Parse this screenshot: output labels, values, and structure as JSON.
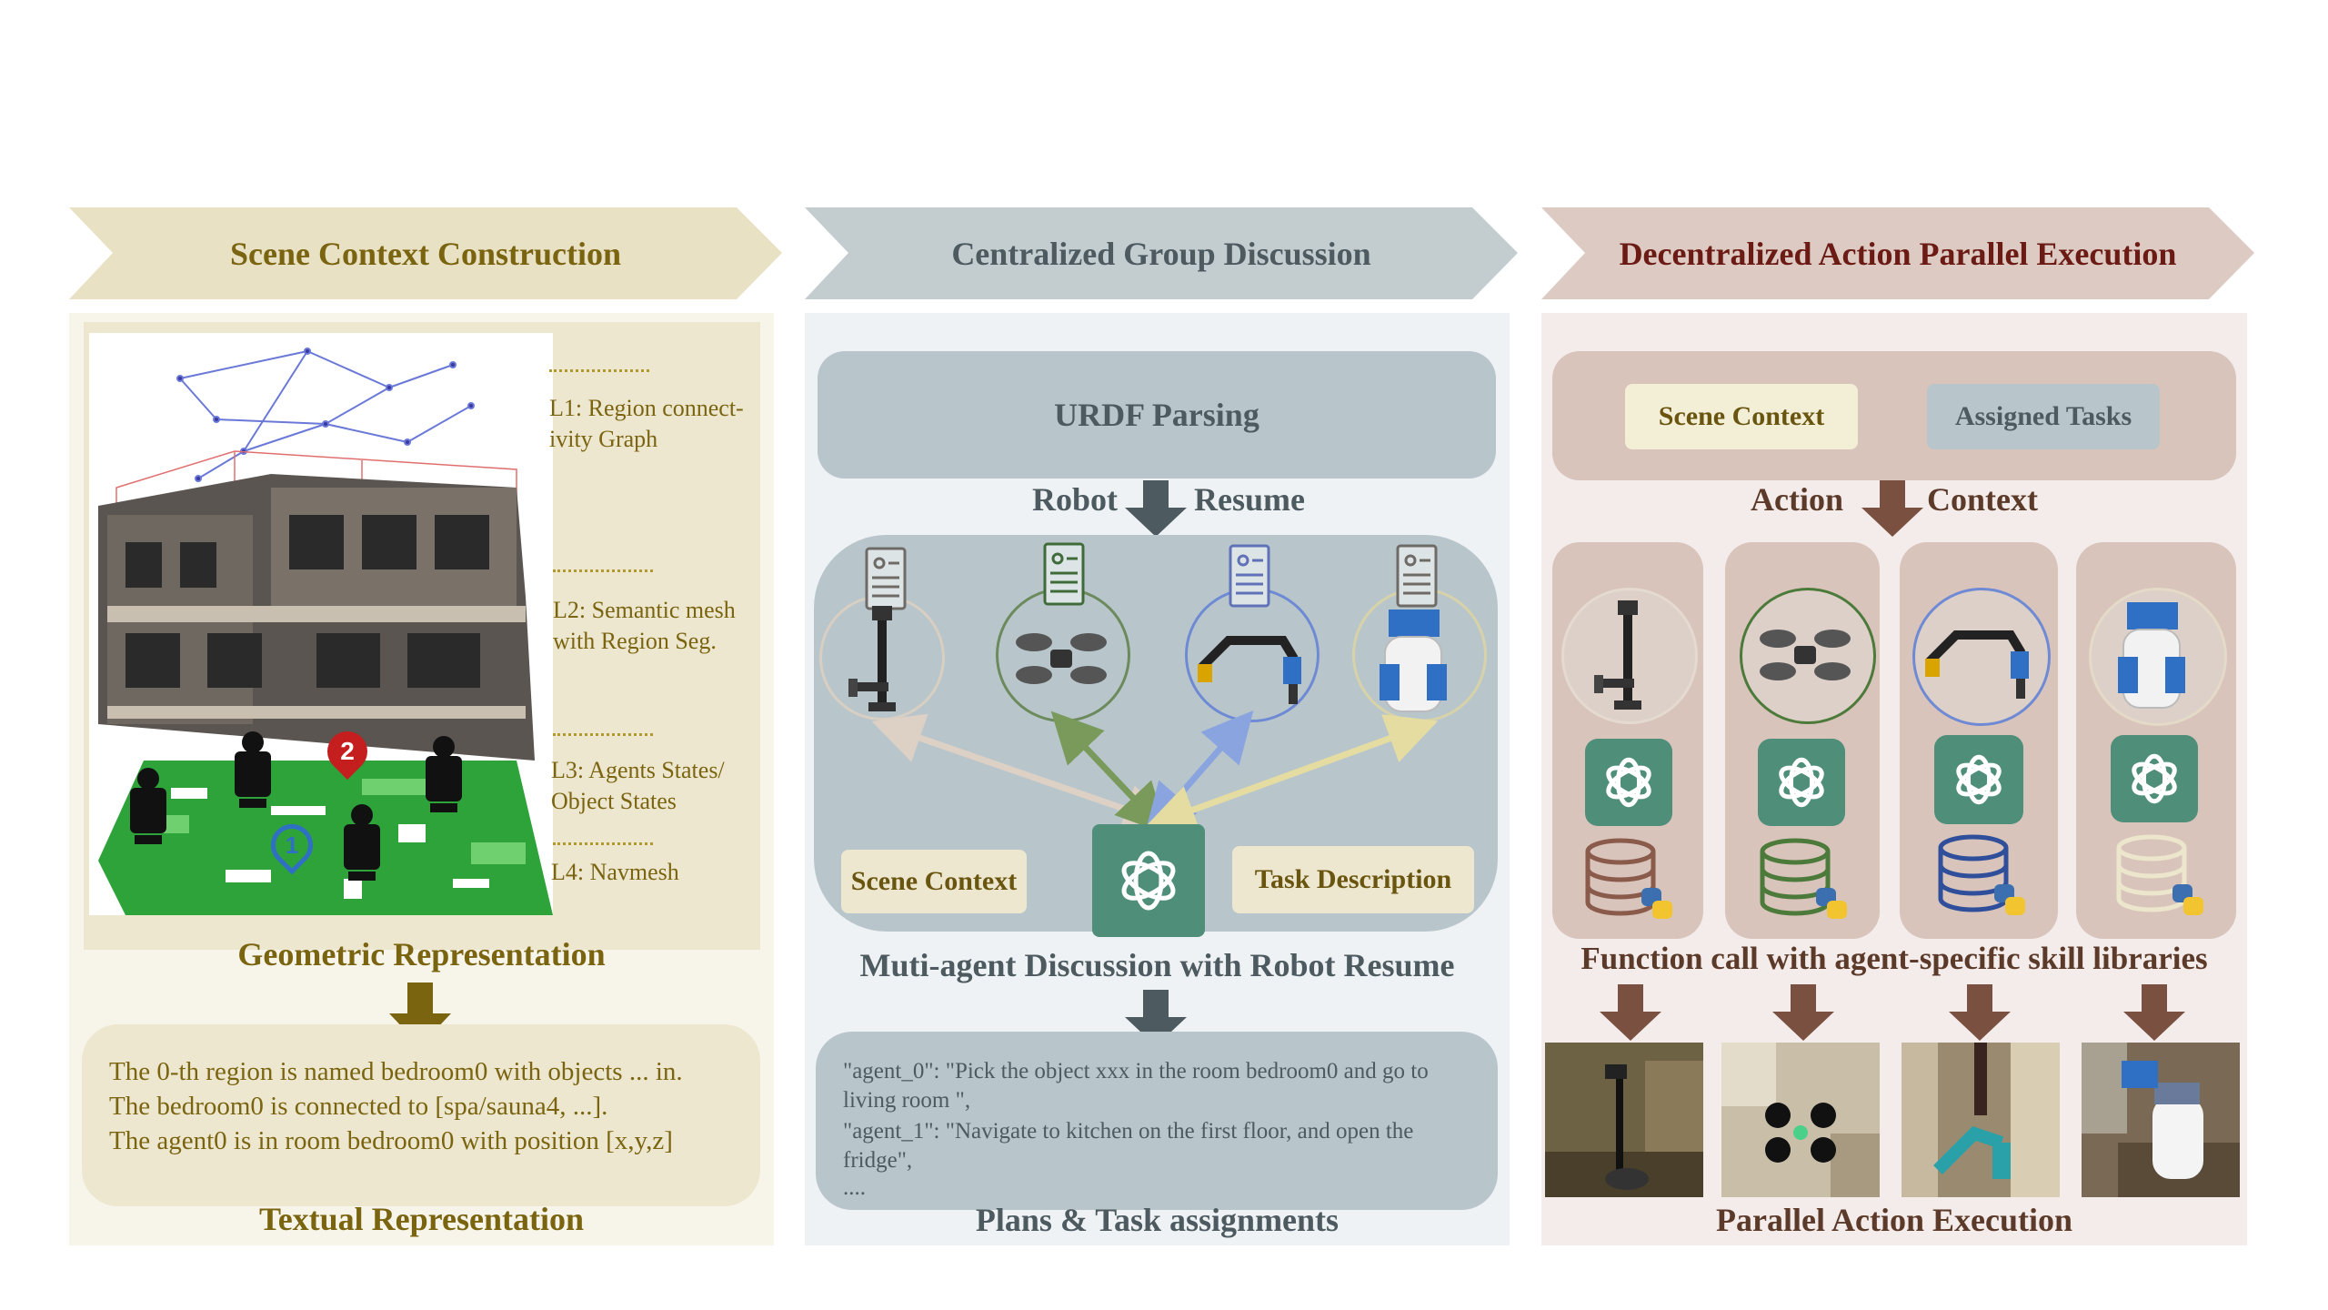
{
  "banners": {
    "scene": "Scene Context Construction",
    "discussion": "Centralized Group Discussion",
    "execution": "Decentralized Action Parallel Execution"
  },
  "scene_panel": {
    "levels": [
      "L1: Region connect-ivity Graph",
      "L2: Semantic mesh with Region Seg.",
      "L3: Agents States/ Object States",
      "L4: Navmesh"
    ],
    "marker_1": "1",
    "marker_2": "2",
    "geometric_title": "Geometric Representation",
    "text_lines": [
      "The 0-th region is named bedroom0 with objects ... in.",
      "The bedroom0 is connected to [spa/sauna4, ...].",
      "The agent0 is in room bedroom0  with position [x,y,z]"
    ],
    "textual_title": "Textual Representation"
  },
  "discussion_panel": {
    "urdf": "URDF Parsing",
    "robot_word": "Robot",
    "resume_word": "Resume",
    "scene_context": "Scene Context",
    "task_description": "Task Description",
    "discussion_title": "Muti-agent Discussion with Robot Resume",
    "plan_lines": [
      "\"agent_0\": \"Pick the object xxx in the room bedroom0 and go to",
      "living room \",",
      "\"agent_1\": \"Navigate to kitchen on the first floor, and open the",
      "fridge\",",
      "...."
    ],
    "plans_title": "Plans & Task assignments"
  },
  "execution_panel": {
    "scene_context": "Scene Context",
    "assigned_tasks": "Assigned Tasks",
    "action_word": "Action",
    "context_word": "Context",
    "function_call_title": "Function call with agent-specific skill libraries",
    "parallel_title": "Parallel Action Execution"
  },
  "colors": {
    "olive": "#7a6410",
    "olive_bg": "#ede7cf",
    "slate_bg": "#eef2f4",
    "slate_box": "#b8c6cc",
    "maroon": "#6b1a14",
    "rose_bg": "#f3ecea",
    "rose_box": "#d9c4bc",
    "gpt_green": "#4f8f7a"
  }
}
